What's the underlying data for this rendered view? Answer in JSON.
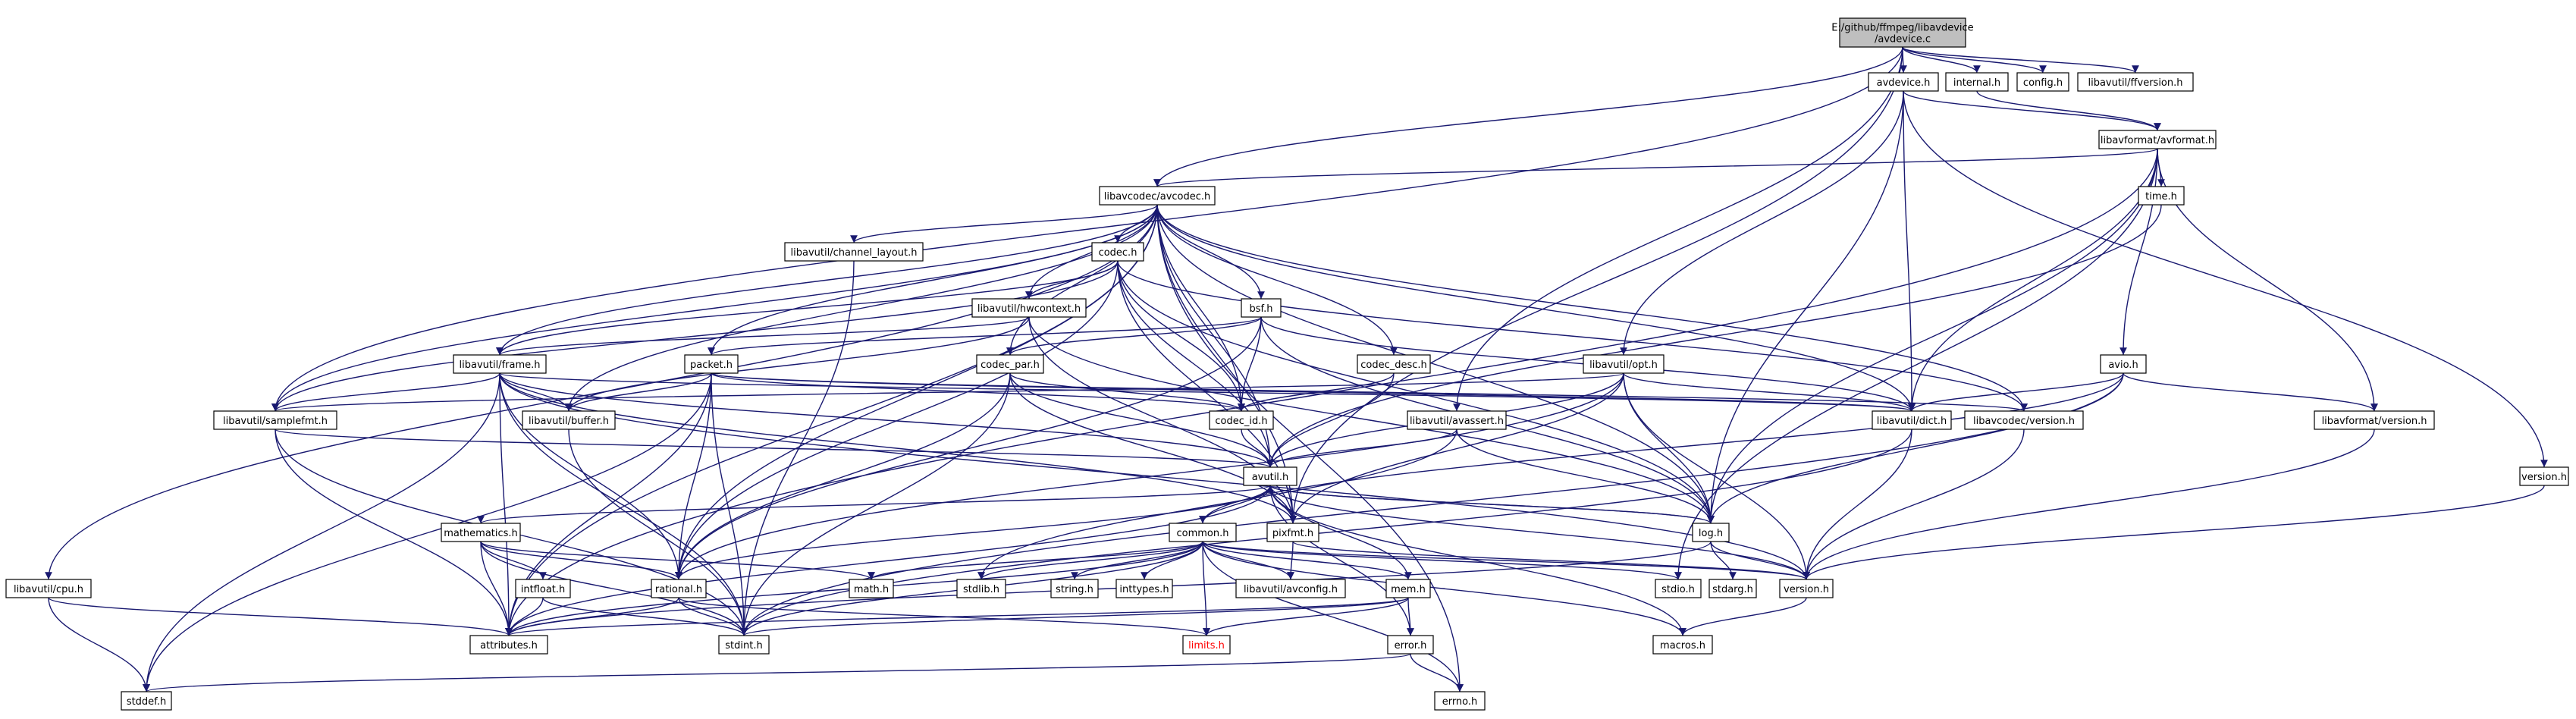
{
  "graph": {
    "colors": {
      "edge": "#191970",
      "node_fill": "#ffffff",
      "node_border": "#000000",
      "root_fill": "#bfbfbf",
      "external_border": "#bfbfbf",
      "missing_border": "#ff0000",
      "text": "#000000",
      "external_text": "#000000",
      "missing_text": "#ff0000"
    },
    "nodes": [
      {
        "id": "root",
        "label": "E:/github/ffmpeg/libavdevice\n/avdevice.c",
        "kind": "root"
      },
      {
        "id": "avdevice_h",
        "label": "avdevice.h",
        "kind": "file"
      },
      {
        "id": "internal_h",
        "label": "internal.h",
        "kind": "file"
      },
      {
        "id": "config_h",
        "label": "config.h",
        "kind": "external"
      },
      {
        "id": "ffversion_h",
        "label": "libavutil/ffversion.h",
        "kind": "external"
      },
      {
        "id": "avformat_h",
        "label": "libavformat/avformat.h",
        "kind": "file"
      },
      {
        "id": "avcodec_h",
        "label": "libavcodec/avcodec.h",
        "kind": "file"
      },
      {
        "id": "time_h",
        "label": "time.h",
        "kind": "file"
      },
      {
        "id": "channel_layout_h",
        "label": "libavutil/channel_layout.h",
        "kind": "file"
      },
      {
        "id": "codec_h",
        "label": "codec.h",
        "kind": "file"
      },
      {
        "id": "hwcontext_h",
        "label": "libavutil/hwcontext.h",
        "kind": "file"
      },
      {
        "id": "bsf_h",
        "label": "bsf.h",
        "kind": "file"
      },
      {
        "id": "frame_h",
        "label": "libavutil/frame.h",
        "kind": "file"
      },
      {
        "id": "packet_h",
        "label": "packet.h",
        "kind": "file"
      },
      {
        "id": "codec_par_h",
        "label": "codec_par.h",
        "kind": "file"
      },
      {
        "id": "codec_desc_h",
        "label": "codec_desc.h",
        "kind": "file"
      },
      {
        "id": "opt_h",
        "label": "libavutil/opt.h",
        "kind": "file"
      },
      {
        "id": "avio_h",
        "label": "avio.h",
        "kind": "file"
      },
      {
        "id": "samplefmt_h",
        "label": "libavutil/samplefmt.h",
        "kind": "file"
      },
      {
        "id": "buffer_h",
        "label": "libavutil/buffer.h",
        "kind": "file"
      },
      {
        "id": "codec_id_h",
        "label": "codec_id.h",
        "kind": "file"
      },
      {
        "id": "avassert_h",
        "label": "libavutil/avassert.h",
        "kind": "file"
      },
      {
        "id": "dict_h",
        "label": "libavutil/dict.h",
        "kind": "file"
      },
      {
        "id": "lavc_version_h",
        "label": "libavcodec/version.h",
        "kind": "file"
      },
      {
        "id": "lavf_version_h",
        "label": "libavformat/version.h",
        "kind": "file"
      },
      {
        "id": "avutil_h",
        "label": "avutil.h",
        "kind": "file"
      },
      {
        "id": "version_top_h",
        "label": "version.h",
        "kind": "file"
      },
      {
        "id": "mathematics_h",
        "label": "mathematics.h",
        "kind": "file"
      },
      {
        "id": "common_h",
        "label": "common.h",
        "kind": "file"
      },
      {
        "id": "pixfmt_h",
        "label": "pixfmt.h",
        "kind": "file"
      },
      {
        "id": "log_h",
        "label": "log.h",
        "kind": "file"
      },
      {
        "id": "cpu_h",
        "label": "libavutil/cpu.h",
        "kind": "file"
      },
      {
        "id": "intfloat_h",
        "label": "intfloat.h",
        "kind": "file"
      },
      {
        "id": "rational_h",
        "label": "rational.h",
        "kind": "file"
      },
      {
        "id": "math_h",
        "label": "math.h",
        "kind": "external"
      },
      {
        "id": "stdlib_h",
        "label": "stdlib.h",
        "kind": "external"
      },
      {
        "id": "string_h",
        "label": "string.h",
        "kind": "external"
      },
      {
        "id": "inttypes_h",
        "label": "inttypes.h",
        "kind": "external"
      },
      {
        "id": "avconfig_h",
        "label": "libavutil/avconfig.h",
        "kind": "external"
      },
      {
        "id": "mem_h",
        "label": "mem.h",
        "kind": "file"
      },
      {
        "id": "stdio_h",
        "label": "stdio.h",
        "kind": "external"
      },
      {
        "id": "stdarg_h",
        "label": "stdarg.h",
        "kind": "external"
      },
      {
        "id": "version_h",
        "label": "version.h",
        "kind": "file"
      },
      {
        "id": "attributes_h",
        "label": "attributes.h",
        "kind": "file"
      },
      {
        "id": "stdint_h",
        "label": "stdint.h",
        "kind": "file"
      },
      {
        "id": "limits_h",
        "label": "limits.h",
        "kind": "missing"
      },
      {
        "id": "macros_h",
        "label": "macros.h",
        "kind": "file"
      },
      {
        "id": "error_h",
        "label": "error.h",
        "kind": "file"
      },
      {
        "id": "stddef_h",
        "label": "stddef.h",
        "kind": "external"
      },
      {
        "id": "errno_h",
        "label": "errno.h",
        "kind": "external"
      }
    ],
    "edges": [
      [
        "root",
        "avdevice_h"
      ],
      [
        "root",
        "internal_h"
      ],
      [
        "root",
        "config_h"
      ],
      [
        "root",
        "ffversion_h"
      ],
      [
        "root",
        "avcodec_h"
      ],
      [
        "root",
        "avassert_h"
      ],
      [
        "root",
        "samplefmt_h"
      ],
      [
        "root",
        "pixfmt_h"
      ],
      [
        "avdevice_h",
        "avformat_h"
      ],
      [
        "avdevice_h",
        "version_top_h"
      ],
      [
        "avdevice_h",
        "dict_h"
      ],
      [
        "avdevice_h",
        "log_h"
      ],
      [
        "avdevice_h",
        "opt_h"
      ],
      [
        "internal_h",
        "avformat_h"
      ],
      [
        "avformat_h",
        "time_h"
      ],
      [
        "avformat_h",
        "avcodec_h"
      ],
      [
        "avformat_h",
        "avio_h"
      ],
      [
        "avformat_h",
        "lavf_version_h"
      ],
      [
        "avformat_h",
        "dict_h"
      ],
      [
        "avformat_h",
        "log_h"
      ],
      [
        "avformat_h",
        "stdio_h"
      ],
      [
        "avformat_h",
        "attributes_h"
      ],
      [
        "time_h",
        "avutil_h"
      ],
      [
        "avcodec_h",
        "channel_layout_h"
      ],
      [
        "avcodec_h",
        "codec_h"
      ],
      [
        "avcodec_h",
        "hwcontext_h"
      ],
      [
        "avcodec_h",
        "bsf_h"
      ],
      [
        "avcodec_h",
        "frame_h"
      ],
      [
        "avcodec_h",
        "packet_h"
      ],
      [
        "avcodec_h",
        "codec_par_h"
      ],
      [
        "avcodec_h",
        "codec_desc_h"
      ],
      [
        "avcodec_h",
        "samplefmt_h"
      ],
      [
        "avcodec_h",
        "buffer_h"
      ],
      [
        "avcodec_h",
        "codec_id_h"
      ],
      [
        "avcodec_h",
        "lavc_version_h"
      ],
      [
        "avcodec_h",
        "dict_h"
      ],
      [
        "avcodec_h",
        "log_h"
      ],
      [
        "avcodec_h",
        "pixfmt_h"
      ],
      [
        "avcodec_h",
        "rational_h"
      ],
      [
        "avcodec_h",
        "cpu_h"
      ],
      [
        "avcodec_h",
        "attributes_h"
      ],
      [
        "avcodec_h",
        "avutil_h"
      ],
      [
        "avcodec_h",
        "errno_h"
      ],
      [
        "channel_layout_h",
        "stdint_h"
      ],
      [
        "codec_h",
        "hwcontext_h"
      ],
      [
        "codec_h",
        "codec_id_h"
      ],
      [
        "codec_h",
        "samplefmt_h"
      ],
      [
        "codec_h",
        "avutil_h"
      ],
      [
        "codec_h",
        "log_h"
      ],
      [
        "codec_h",
        "pixfmt_h"
      ],
      [
        "codec_h",
        "rational_h"
      ],
      [
        "codec_h",
        "lavc_version_h"
      ],
      [
        "codec_h",
        "frame_h"
      ],
      [
        "hwcontext_h",
        "buffer_h"
      ],
      [
        "hwcontext_h",
        "frame_h"
      ],
      [
        "hwcontext_h",
        "log_h"
      ],
      [
        "hwcontext_h",
        "pixfmt_h"
      ],
      [
        "bsf_h",
        "codec_id_h"
      ],
      [
        "bsf_h",
        "codec_par_h"
      ],
      [
        "bsf_h",
        "packet_h"
      ],
      [
        "bsf_h",
        "dict_h"
      ],
      [
        "bsf_h",
        "log_h"
      ],
      [
        "bsf_h",
        "rational_h"
      ],
      [
        "frame_h",
        "avutil_h"
      ],
      [
        "frame_h",
        "buffer_h"
      ],
      [
        "frame_h",
        "dict_h"
      ],
      [
        "frame_h",
        "rational_h"
      ],
      [
        "frame_h",
        "samplefmt_h"
      ],
      [
        "frame_h",
        "pixfmt_h"
      ],
      [
        "frame_h",
        "version_h"
      ],
      [
        "frame_h",
        "stddef_h"
      ],
      [
        "frame_h",
        "stdint_h"
      ],
      [
        "frame_h",
        "attributes_h"
      ],
      [
        "packet_h",
        "attributes_h"
      ],
      [
        "packet_h",
        "buffer_h"
      ],
      [
        "packet_h",
        "dict_h"
      ],
      [
        "packet_h",
        "rational_h"
      ],
      [
        "packet_h",
        "codec_id_h"
      ],
      [
        "packet_h",
        "lavc_version_h"
      ],
      [
        "packet_h",
        "stddef_h"
      ],
      [
        "packet_h",
        "stdint_h"
      ],
      [
        "codec_par_h",
        "codec_id_h"
      ],
      [
        "codec_par_h",
        "avutil_h"
      ],
      [
        "codec_par_h",
        "rational_h"
      ],
      [
        "codec_par_h",
        "pixfmt_h"
      ],
      [
        "codec_par_h",
        "stdint_h"
      ],
      [
        "codec_desc_h",
        "avutil_h"
      ],
      [
        "codec_desc_h",
        "codec_id_h"
      ],
      [
        "opt_h",
        "rational_h"
      ],
      [
        "opt_h",
        "avutil_h"
      ],
      [
        "opt_h",
        "dict_h"
      ],
      [
        "opt_h",
        "log_h"
      ],
      [
        "opt_h",
        "pixfmt_h"
      ],
      [
        "opt_h",
        "samplefmt_h"
      ],
      [
        "opt_h",
        "version_h"
      ],
      [
        "avio_h",
        "dict_h"
      ],
      [
        "avio_h",
        "log_h"
      ],
      [
        "avio_h",
        "lavf_version_h"
      ],
      [
        "avio_h",
        "stdint_h"
      ],
      [
        "avio_h",
        "common_h"
      ],
      [
        "samplefmt_h",
        "avutil_h"
      ],
      [
        "samplefmt_h",
        "attributes_h"
      ],
      [
        "samplefmt_h",
        "stdint_h"
      ],
      [
        "buffer_h",
        "stdint_h"
      ],
      [
        "codec_id_h",
        "avutil_h"
      ],
      [
        "avassert_h",
        "avutil_h"
      ],
      [
        "avassert_h",
        "log_h"
      ],
      [
        "avassert_h",
        "stdlib_h"
      ],
      [
        "dict_h",
        "stdint_h"
      ],
      [
        "dict_h",
        "version_h"
      ],
      [
        "lavc_version_h",
        "version_h"
      ],
      [
        "lavf_version_h",
        "version_h"
      ],
      [
        "version_top_h",
        "version_h"
      ],
      [
        "avutil_h",
        "common_h"
      ],
      [
        "avutil_h",
        "error_h"
      ],
      [
        "avutil_h",
        "rational_h"
      ],
      [
        "avutil_h",
        "mathematics_h"
      ],
      [
        "avutil_h",
        "log_h"
      ],
      [
        "avutil_h",
        "pixfmt_h"
      ],
      [
        "avutil_h",
        "macros_h"
      ],
      [
        "avutil_h",
        "version_h"
      ],
      [
        "avutil_h",
        "attributes_h"
      ],
      [
        "mathematics_h",
        "stdint_h"
      ],
      [
        "mathematics_h",
        "math_h"
      ],
      [
        "mathematics_h",
        "attributes_h"
      ],
      [
        "mathematics_h",
        "rational_h"
      ],
      [
        "mathematics_h",
        "intfloat_h"
      ],
      [
        "common_h",
        "errno_h"
      ],
      [
        "common_h",
        "inttypes_h"
      ],
      [
        "common_h",
        "limits_h"
      ],
      [
        "common_h",
        "math_h"
      ],
      [
        "common_h",
        "stdint_h"
      ],
      [
        "common_h",
        "stdio_h"
      ],
      [
        "common_h",
        "stdlib_h"
      ],
      [
        "common_h",
        "string_h"
      ],
      [
        "common_h",
        "attributes_h"
      ],
      [
        "common_h",
        "macros_h"
      ],
      [
        "common_h",
        "version_h"
      ],
      [
        "common_h",
        "avconfig_h"
      ],
      [
        "common_h",
        "mem_h"
      ],
      [
        "pixfmt_h",
        "avconfig_h"
      ],
      [
        "pixfmt_h",
        "version_h"
      ],
      [
        "log_h",
        "stdarg_h"
      ],
      [
        "log_h",
        "avutil_h"
      ],
      [
        "log_h",
        "attributes_h"
      ],
      [
        "log_h",
        "version_h"
      ],
      [
        "cpu_h",
        "stddef_h"
      ],
      [
        "cpu_h",
        "attributes_h"
      ],
      [
        "intfloat_h",
        "stdint_h"
      ],
      [
        "intfloat_h",
        "attributes_h"
      ],
      [
        "rational_h",
        "stdint_h"
      ],
      [
        "rational_h",
        "limits_h"
      ],
      [
        "rational_h",
        "attributes_h"
      ],
      [
        "mem_h",
        "limits_h"
      ],
      [
        "mem_h",
        "stdint_h"
      ],
      [
        "mem_h",
        "attributes_h"
      ],
      [
        "mem_h",
        "error_h"
      ],
      [
        "mem_h",
        "avutil_h"
      ],
      [
        "version_h",
        "macros_h"
      ],
      [
        "error_h",
        "errno_h"
      ],
      [
        "error_h",
        "stddef_h"
      ]
    ]
  }
}
